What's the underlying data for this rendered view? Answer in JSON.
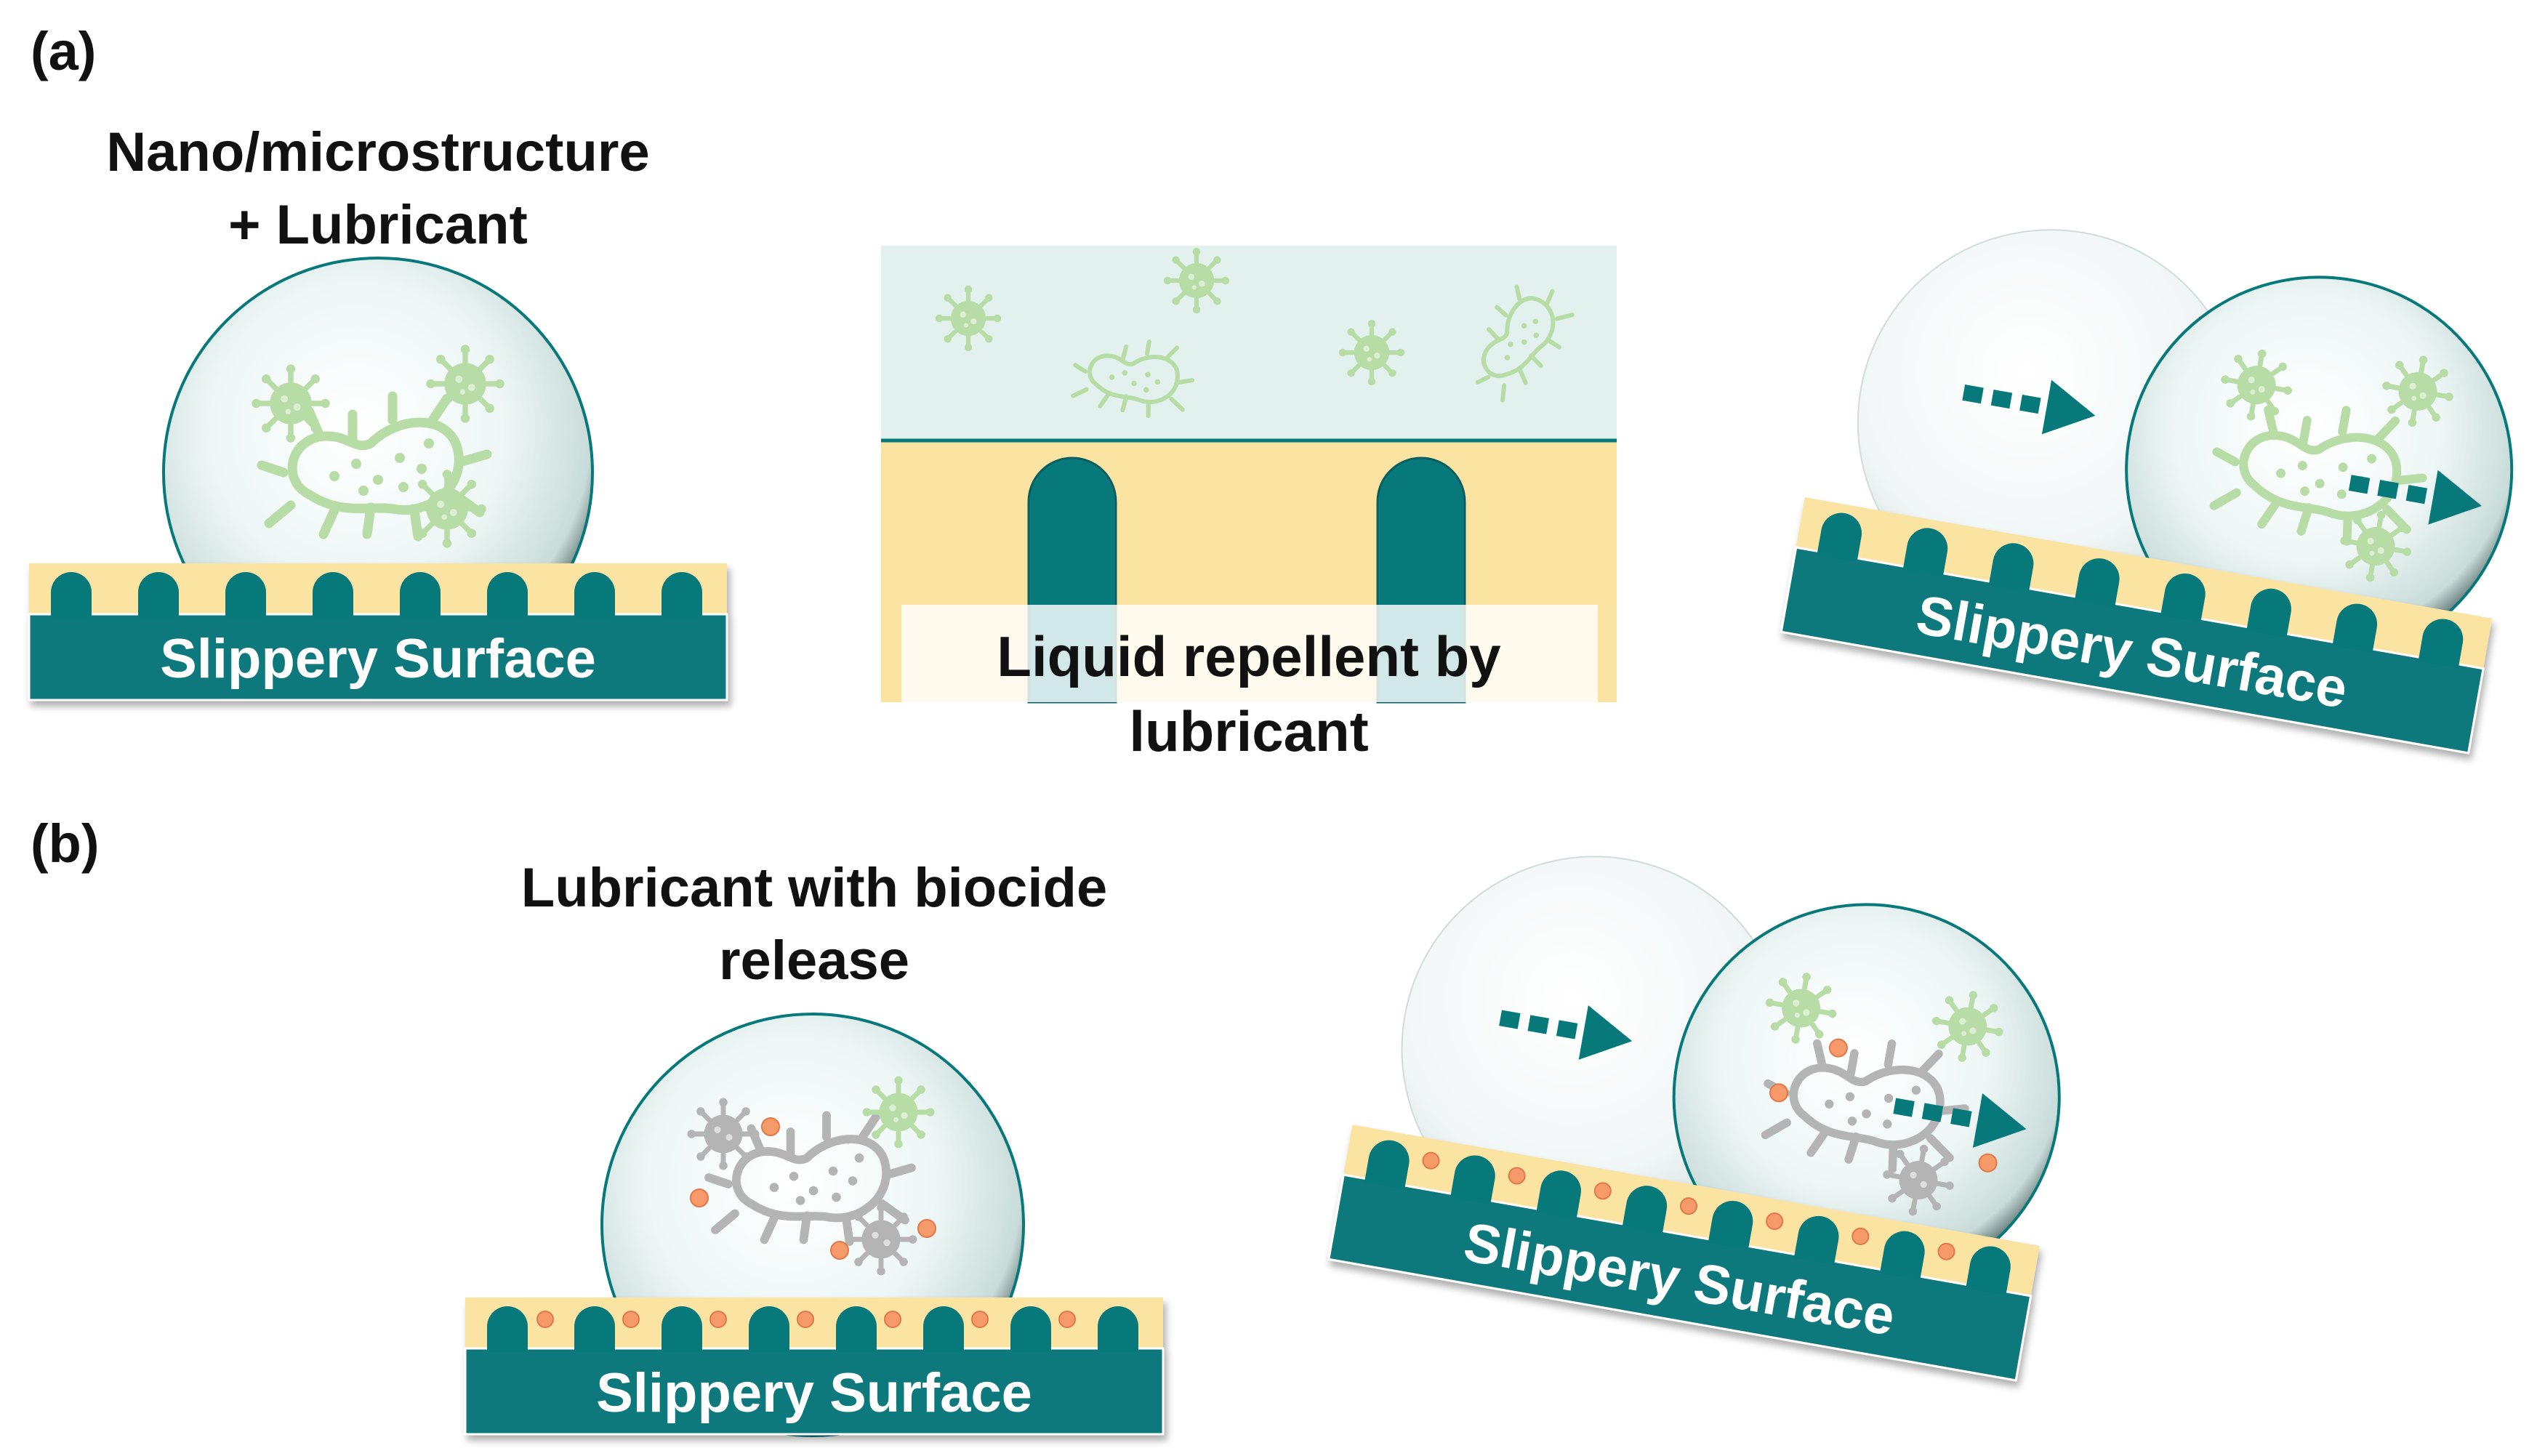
{
  "panels": {
    "a": {
      "label": "(a)",
      "heading_line1": "Nano/microstructure",
      "heading_line2": "+ Lubricant",
      "surface_label": "Slippery Surface",
      "center_caption_line1": "Liquid repellent by",
      "center_caption_line2": "lubricant",
      "tilted_surface_label": "Slippery Surface"
    },
    "b": {
      "label": "(b)",
      "heading_line1": "Lubricant with biocide",
      "heading_line2": "release",
      "surface_label": "Slippery Surface",
      "tilted_surface_label": "Slippery Surface"
    }
  },
  "colors": {
    "teal": "#07797b",
    "lubricant": "#fbe3a2",
    "liquid": "#e2f0ee",
    "microbe_green": "#b7dca5",
    "microbe_gray": "#b4b4b4",
    "biocide": "#f79a6a"
  },
  "icons": [
    "droplet",
    "bacterium-icon",
    "virus-icon",
    "flow-arrow-icon",
    "biocide-particle"
  ]
}
